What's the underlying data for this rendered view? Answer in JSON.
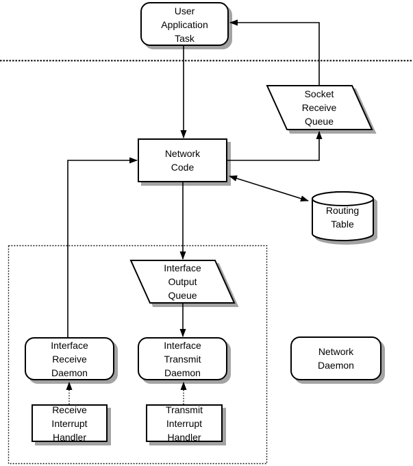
{
  "diagram": {
    "title": "BSD networking code organization diagram",
    "colors": {
      "background": "#ffffff",
      "line": "#000000",
      "shadow": "#a3a3a3",
      "fill": "#ffffff"
    },
    "nodes": {
      "user_application_task": {
        "label": "User\nApplication\nTask",
        "shape": "rounded-rect"
      },
      "socket_receive_queue": {
        "label": "Socket\nReceive\nQueue",
        "shape": "parallelogram"
      },
      "network_code": {
        "label": "Network\nCode",
        "shape": "rect"
      },
      "routing_table": {
        "label": "Routing\nTable",
        "shape": "cylinder"
      },
      "interface_output_queue": {
        "label": "Interface\nOutput\nQueue",
        "shape": "parallelogram"
      },
      "interface_receive_daemon": {
        "label": "Interface\nReceive\nDaemon",
        "shape": "rounded-rect"
      },
      "interface_transmit_daemon": {
        "label": "Interface\nTransmit\nDaemon",
        "shape": "rounded-rect"
      },
      "network_daemon": {
        "label": "Network\nDaemon",
        "shape": "rounded-rect"
      },
      "receive_interrupt_handler": {
        "label": "Receive\nInterrupt\nHandler",
        "shape": "rect"
      },
      "transmit_interrupt_handler": {
        "label": "Transmit\nInterrupt\nHandler",
        "shape": "rect"
      }
    },
    "edges": [
      {
        "from": "user_application_task",
        "to": "network_code",
        "style": "solid",
        "bidirectional": false
      },
      {
        "from": "network_code",
        "to": "socket_receive_queue",
        "style": "solid",
        "bidirectional": false
      },
      {
        "from": "socket_receive_queue",
        "to": "user_application_task",
        "style": "solid",
        "bidirectional": false
      },
      {
        "from": "interface_receive_daemon",
        "to": "network_code",
        "style": "solid",
        "bidirectional": false
      },
      {
        "from": "network_code",
        "to": "interface_output_queue",
        "style": "solid",
        "bidirectional": false
      },
      {
        "from": "interface_output_queue",
        "to": "interface_transmit_daemon",
        "style": "solid",
        "bidirectional": false
      },
      {
        "from": "network_code",
        "to": "routing_table",
        "style": "solid",
        "bidirectional": true
      },
      {
        "from": "receive_interrupt_handler",
        "to": "interface_receive_daemon",
        "style": "dotted",
        "bidirectional": false
      },
      {
        "from": "transmit_interrupt_handler",
        "to": "interface_transmit_daemon",
        "style": "dotted",
        "bidirectional": false
      }
    ],
    "boundaries": [
      {
        "name": "horizontal-dotted-separator",
        "style": "dotted-line"
      },
      {
        "name": "kernel-interface-group",
        "style": "dotted-rect"
      }
    ]
  }
}
